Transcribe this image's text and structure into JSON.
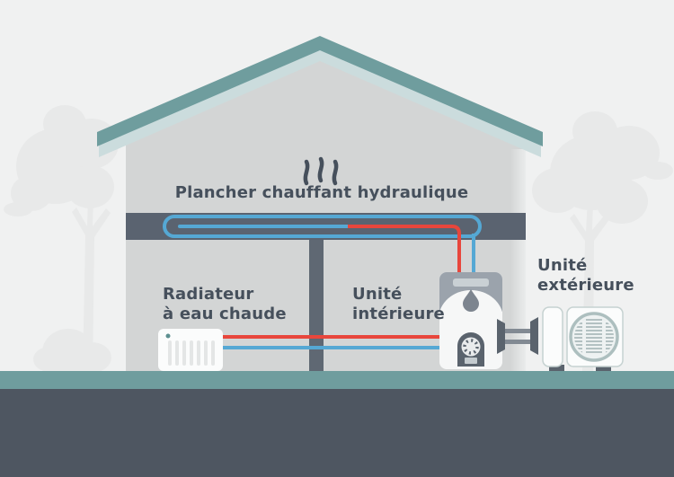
{
  "diagram_title": "Plancher chauffant hydraulique",
  "labels": {
    "floor_heating": "Plancher chauffant hydraulique",
    "radiator_line1": "Radiateur",
    "radiator_line2": "à eau chaude",
    "indoor_line1": "Unité",
    "indoor_line2": "intérieure",
    "outdoor_line1": "Unité",
    "outdoor_line2": "extérieure"
  },
  "icons": {
    "heat_waves": "heat-waves-icon",
    "water_drop": "water-drop-icon",
    "gauge": "pressure-gauge-icon",
    "fan": "fan-grille-icon"
  },
  "colors": {
    "background": "#f0f1f1",
    "silhouette": "#e8e9e9",
    "roof_teal": "#6f9d9e",
    "roof_underside": "#cbdcdd",
    "wall_gray": "#d3d5d5",
    "floor_band": "#5a6370",
    "pillar_gray": "#5f6873",
    "ground_teal": "#6f9d9e",
    "ground_dark": "#4e5661",
    "pipe_hot": "#e8463c",
    "pipe_cold": "#55a8d4",
    "fixture_dark": "#5a636d",
    "unit_header": "#9ba3ac",
    "unit_body": "#f6f7f7",
    "fan_ring": "#adbfbf",
    "label_text": "#46505c"
  }
}
